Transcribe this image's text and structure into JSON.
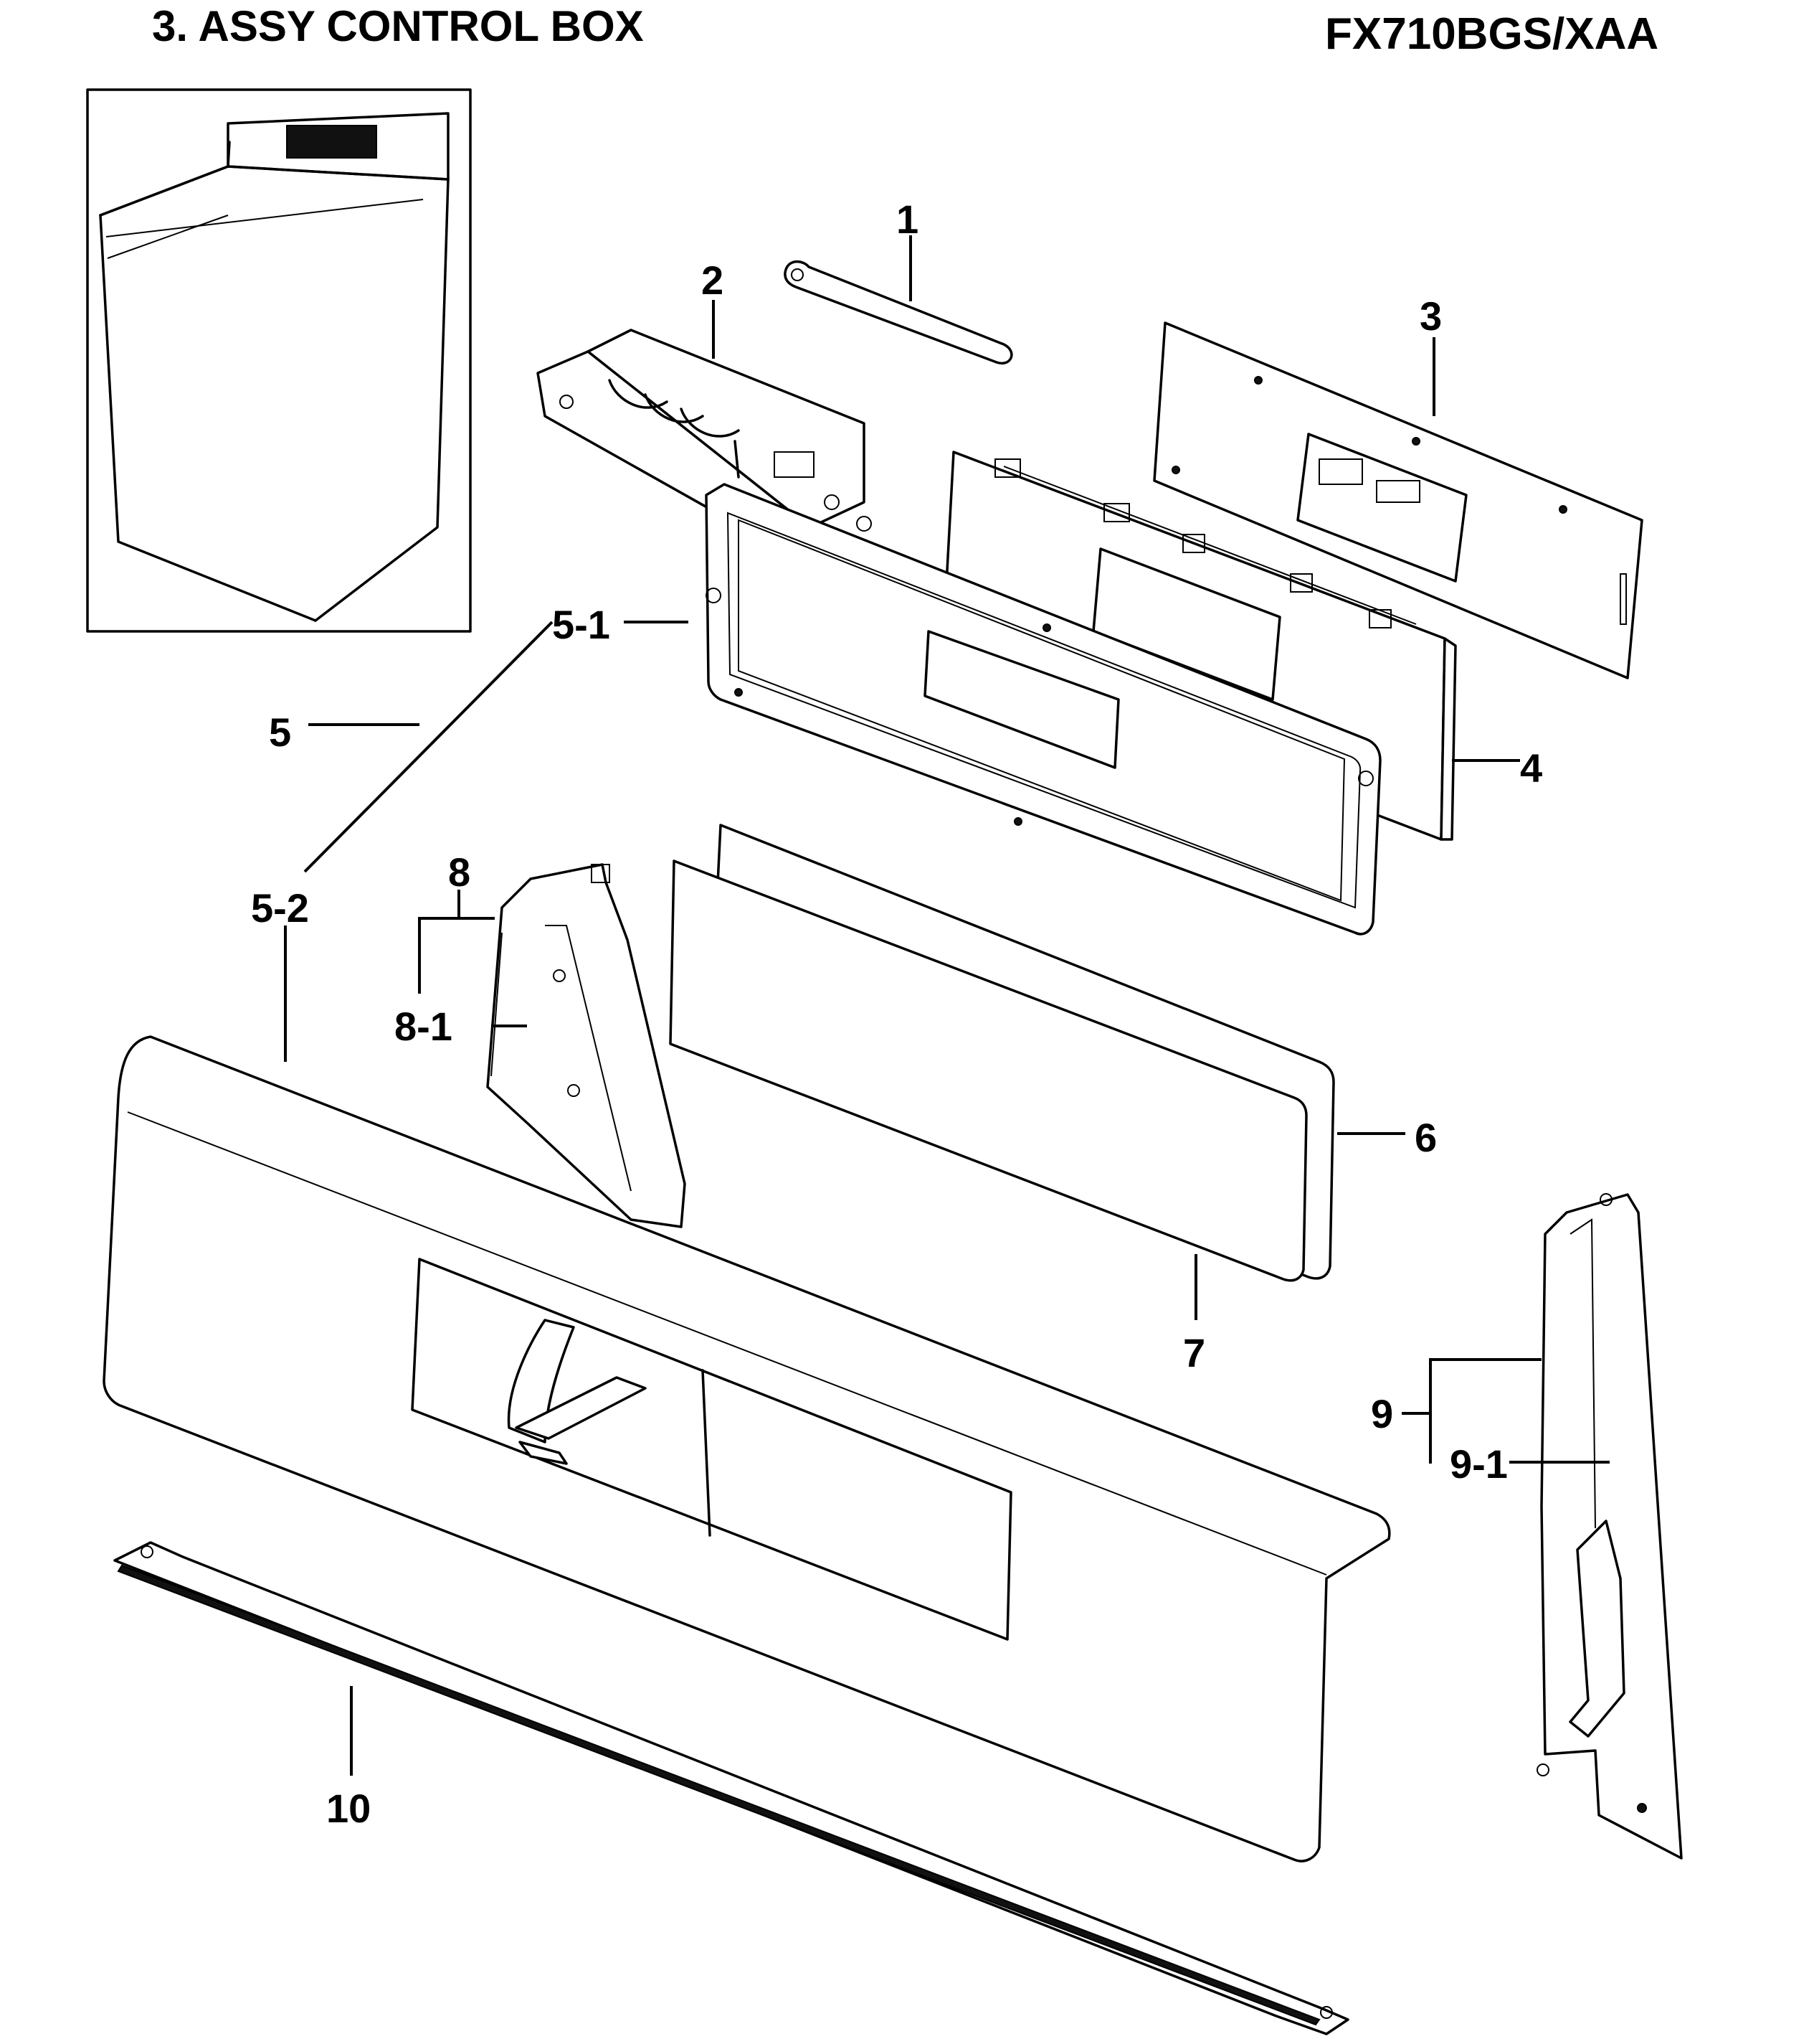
{
  "header": {
    "section_title": "3. ASSY CONTROL BOX",
    "model_number": "FX710BGS/XAA"
  },
  "callouts": {
    "c1": "1",
    "c2": "2",
    "c3": "3",
    "c4": "4",
    "c5": "5",
    "c5_1": "5-1",
    "c5_2": "5-2",
    "c6": "6",
    "c7": "7",
    "c8": "8",
    "c8_1": "8-1",
    "c9": "9",
    "c9_1": "9-1",
    "c10": "10"
  }
}
